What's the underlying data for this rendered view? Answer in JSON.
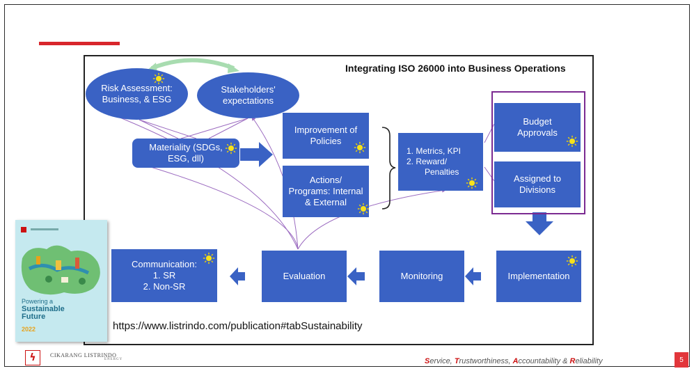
{
  "diagram": {
    "title": "Integrating ISO 26000 into Business Operations",
    "risk_assessment": "Risk Assessment: Business, & ESG",
    "stakeholders": "Stakeholders' expectations",
    "materiality": "Materiality (SDGs, ESG, dll)",
    "improvement": "Improvement of Policies",
    "actions": "Actions/ Programs: Internal & External",
    "metrics_1": "1.  Metrics, KPI",
    "metrics_2": "2.  Reward/",
    "metrics_3": "Penalties",
    "budget": "Budget Approvals",
    "assigned": "Assigned to Divisions",
    "implementation": "Implementation",
    "monitoring": "Monitoring",
    "evaluation": "Evaluation",
    "communication_title": "Communication:",
    "communication_1": "1.  SR",
    "communication_2": "2.  Non-SR"
  },
  "url": "https://www.listrindo.com/publication#tabSustainability",
  "report_cover": {
    "title_line1": "Powering a",
    "title_line2": "Sustainable",
    "title_line3": "Future",
    "year": "2022"
  },
  "footer": {
    "company": "CIKARANG LISTRINDO",
    "company_sub": "ENERGY",
    "tagline": {
      "s1": "S",
      "t1": "ervice, ",
      "s2": "T",
      "t2": "rustworthiness, ",
      "s3": "A",
      "t3": "ccountability & ",
      "s4": "R",
      "t4": "eliability"
    },
    "page_number": "5"
  },
  "colors": {
    "box": "#3a62c4",
    "accent_red": "#d8262c",
    "frame_purple": "#7b2a91",
    "arrow_green": "#a8dcb0"
  },
  "icons": [
    "sun-icon",
    "arrow-icon",
    "brace-icon",
    "company-logo-icon"
  ]
}
